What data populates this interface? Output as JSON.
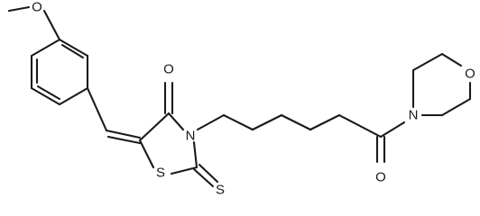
{
  "molecule": {
    "atom_labels": {
      "methoxy_oxygen": "O",
      "ring_oxygen_4": "O",
      "nitrogen_3": "N",
      "sulfur_1": "S",
      "thione_sulfur": "S",
      "amide_oxygen": "O",
      "morpholine_nitrogen": "N",
      "morpholine_oxygen": "O"
    }
  }
}
